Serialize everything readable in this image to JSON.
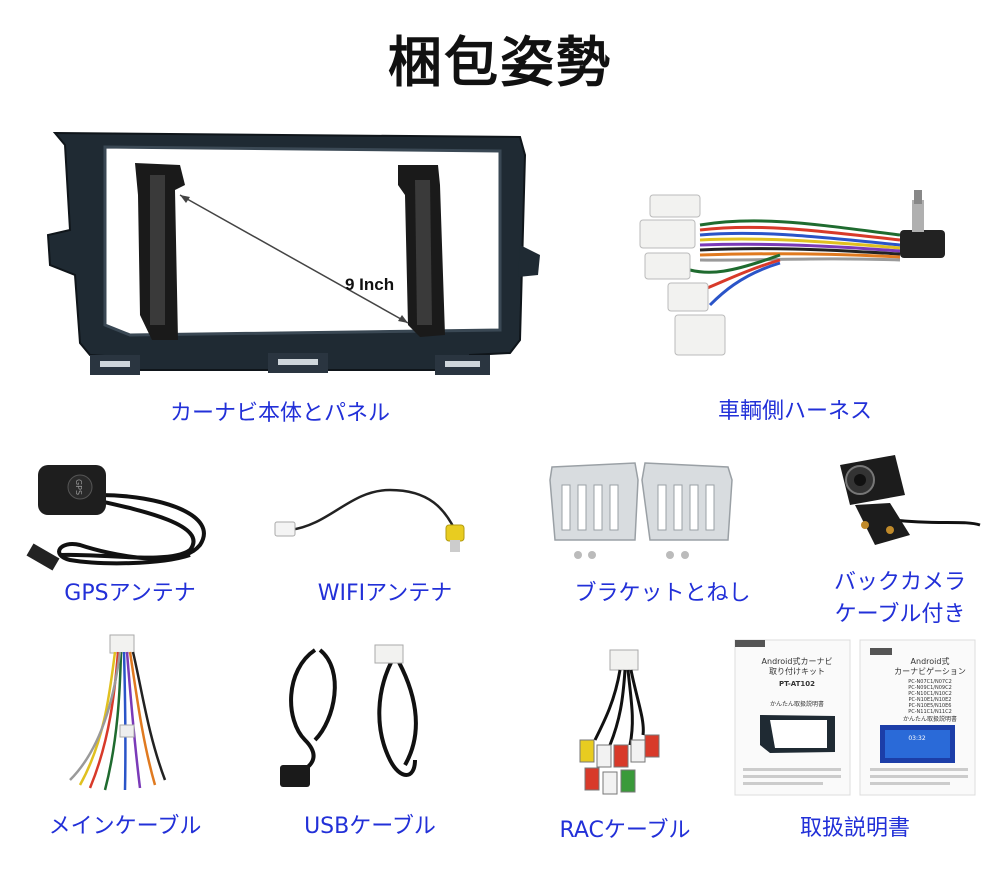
{
  "title": "梱包姿勢",
  "items": [
    {
      "label": "カーナビ本体とパネル",
      "annotation": "9 Inch"
    },
    {
      "label": "車輌側ハーネス"
    },
    {
      "label": "GPSアンテナ",
      "icon_text": "GPS"
    },
    {
      "label": "WIFIアンテナ"
    },
    {
      "label": "ブラケットとねし"
    },
    {
      "label": "バックカメラ\nケーブル付き"
    },
    {
      "label": "メインケーブル"
    },
    {
      "label": "USBケーブル"
    },
    {
      "label": "RACケーブル"
    },
    {
      "label": "取扱説明書"
    }
  ],
  "manuals": [
    {
      "title_line1": "Android式カーナビ",
      "title_line2": "取り付けキット",
      "model": "PT-AT102",
      "subtitle": "かんたん取扱説明書"
    },
    {
      "title_line1": "Android式",
      "title_line2": "カーナビゲーション",
      "models": [
        "PC-N07C1/N07C2",
        "PC-N09C1/N09C2",
        "PC-N10C1/N10C2",
        "PC-N10E1/N10E2",
        "PC-N10E5/N10E6",
        "PC-N11C1/N11C2"
      ],
      "subtitle": "かんたん取扱説明書",
      "screen_time": "03:32"
    }
  ],
  "colors": {
    "label": "#2230d8",
    "title": "#111111",
    "panel": "#1f2a33"
  }
}
